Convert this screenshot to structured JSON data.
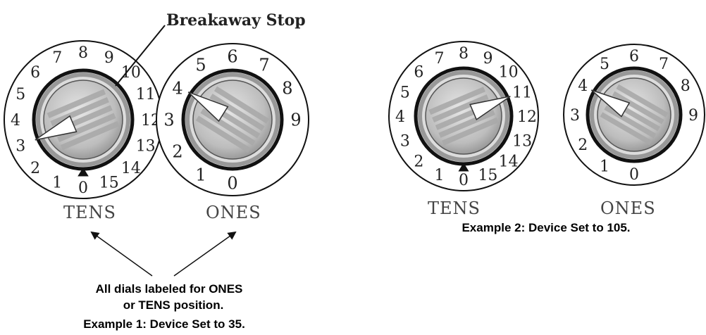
{
  "callout": {
    "breakaway_label": "Breakaway Stop"
  },
  "example1": {
    "tens_dial": {
      "label": "TENS",
      "numbers": [
        "0",
        "1",
        "2",
        "3",
        "4",
        "5",
        "6",
        "7",
        "8",
        "9",
        "10",
        "11",
        "12",
        "13",
        "14",
        "15"
      ]
    },
    "ones_dial": {
      "label": "ONES",
      "numbers": [
        "0",
        "1",
        "2",
        "3",
        "4",
        "5",
        "6",
        "7",
        "8",
        "9"
      ]
    },
    "note_line1": "All dials labeled for ONES",
    "note_line2": "or TENS position.",
    "caption": "Example 1: Device Set to 35."
  },
  "example2": {
    "tens_dial": {
      "label": "TENS",
      "numbers": [
        "0",
        "1",
        "2",
        "3",
        "4",
        "5",
        "6",
        "7",
        "8",
        "9",
        "10",
        "11",
        "12",
        "13",
        "14",
        "15"
      ]
    },
    "ones_dial": {
      "label": "ONES",
      "numbers": [
        "0",
        "1",
        "2",
        "3",
        "4",
        "5",
        "6",
        "7",
        "8",
        "9"
      ]
    },
    "caption": "Example 2: Device Set to 105."
  },
  "colors": {
    "ink": "#111111",
    "dial_gray": "#9a9a9a",
    "dial_light": "#c8c8c8",
    "stripe": "#b5b5b5"
  }
}
